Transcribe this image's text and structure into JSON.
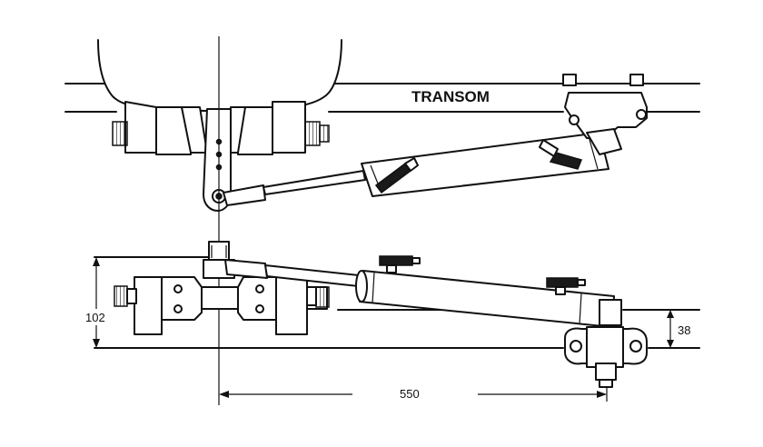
{
  "labels": {
    "transom": "TRANSOM"
  },
  "dimensions": {
    "height_left": "102",
    "height_right": "38",
    "length": "550"
  }
}
